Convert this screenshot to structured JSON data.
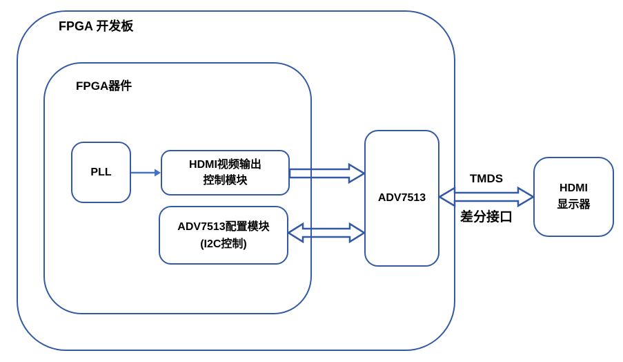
{
  "diagram": {
    "containers": {
      "board": {
        "label": "FPGA 开发板"
      },
      "device": {
        "label": "FPGA器件"
      }
    },
    "nodes": {
      "pll": {
        "label": "PLL"
      },
      "hdmi_ctrl": {
        "label": "HDMI视频输出\n控制模块"
      },
      "adv_config": {
        "label": "ADV7513配置模块\n(I2C控制)"
      },
      "adv7513": {
        "label": "ADV7513"
      },
      "hdmi_display": {
        "label": "HDMI\n显示器"
      }
    },
    "connectors": {
      "pll_to_hdmi_ctrl": {
        "type": "thin-arrow-right"
      },
      "hdmi_ctrl_to_adv7513": {
        "type": "hollow-arrow-right"
      },
      "adv_config_adv7513": {
        "type": "hollow-arrow-both"
      },
      "adv7513_display": {
        "type": "hollow-arrow-both",
        "label_top": "TMDS",
        "label_bottom": "差分接口"
      }
    },
    "colors": {
      "line_blue": "#3459a4",
      "thin_arrow_blue": "#4472c4",
      "text": "#000000",
      "background": "#ffffff"
    }
  }
}
